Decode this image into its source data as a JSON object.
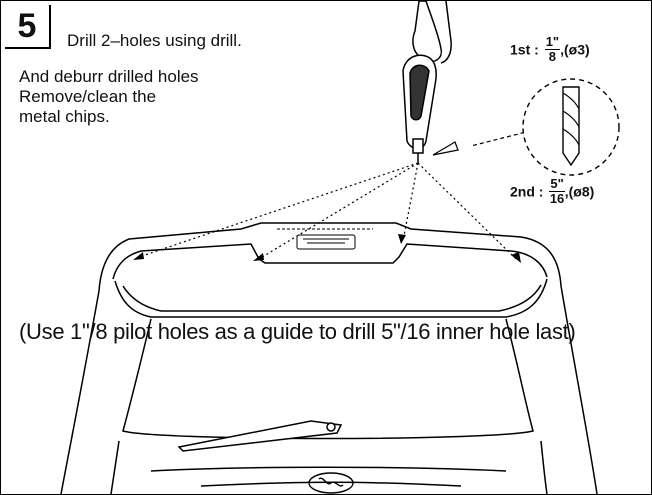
{
  "step": {
    "number": "5"
  },
  "instructions": {
    "line1": "Drill 2–holes using drill.",
    "line2": "And deburr drilled holes",
    "line3": "Remove/clean the",
    "line4": "metal chips."
  },
  "drill_bits": {
    "first": {
      "prefix": "1st :",
      "numerator": "1\"",
      "denominator": "8",
      "diameter": ",(ø3)"
    },
    "second": {
      "prefix": "2nd :",
      "numerator": "5\"",
      "denominator": "16",
      "diameter": ",(ø8)"
    }
  },
  "note": "(Use 1\"/8 pilot holes as a guide to drill 5\"/16 inner hole last)",
  "icons": [
    "hand-icon",
    "drill-icon",
    "drill-bit-icon",
    "hyundai-logo-icon",
    "wiper-icon"
  ]
}
